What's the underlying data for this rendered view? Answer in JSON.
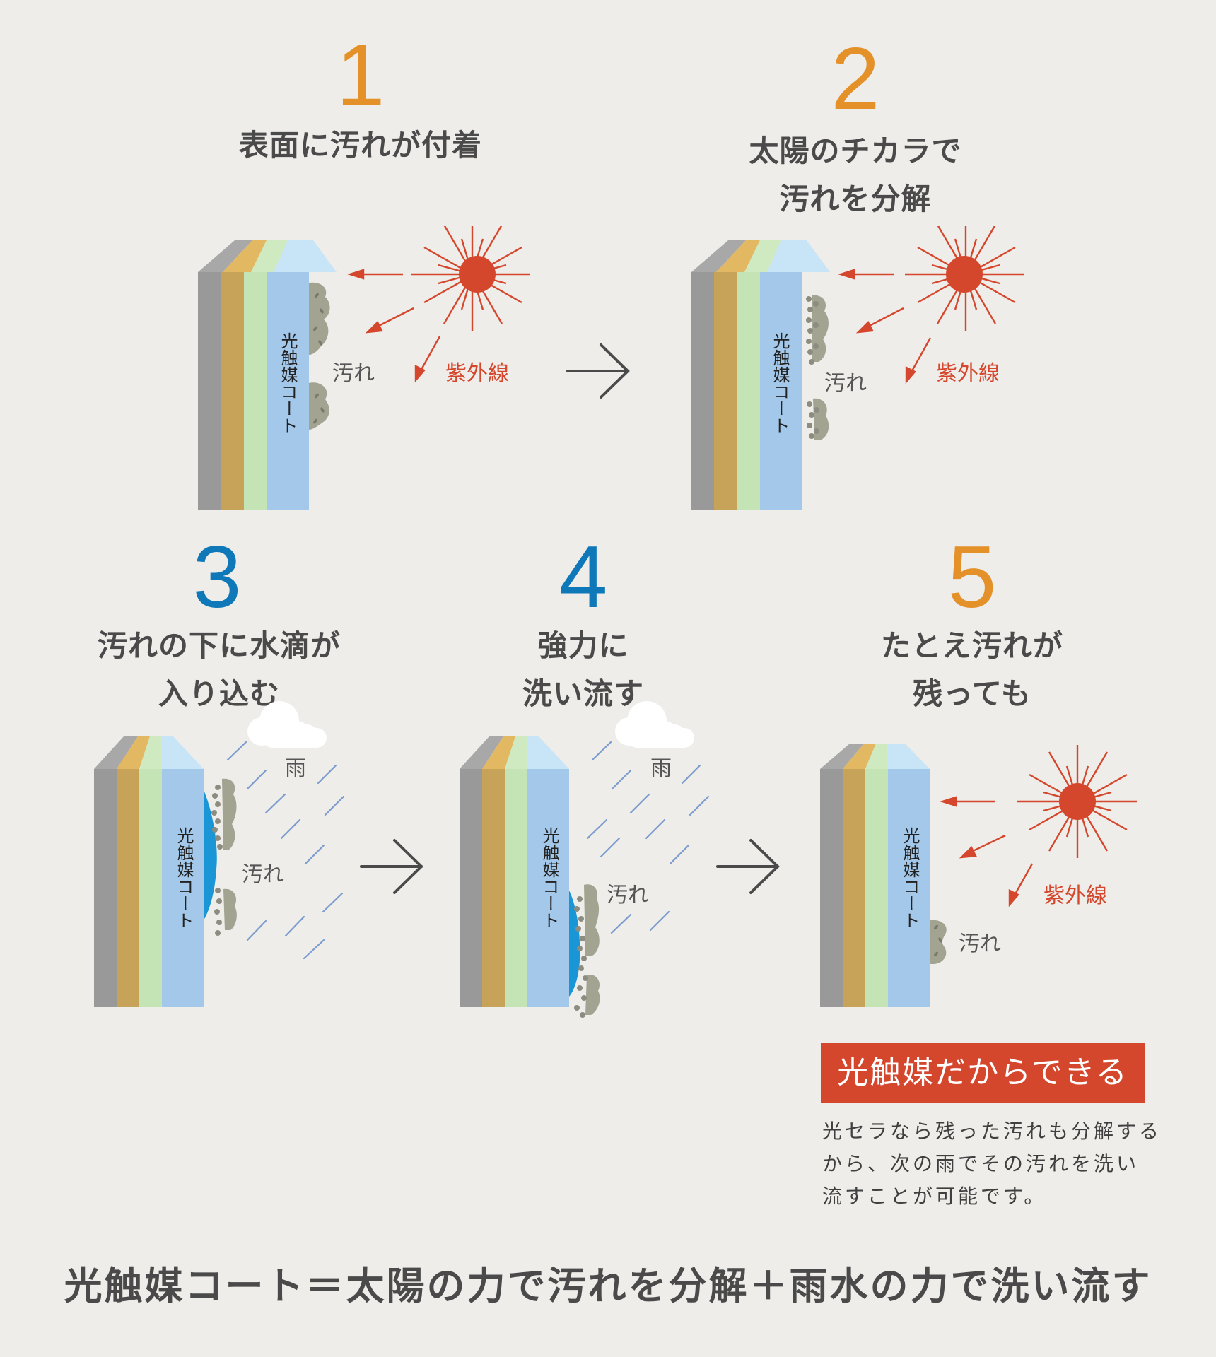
{
  "colors": {
    "background": "#eeede9",
    "accent_orange": "#e5912a",
    "accent_blue": "#0f78b8",
    "uv_red": "#d5472d",
    "text_dark": "#4a4a4a",
    "dirt": "#a3a392",
    "water": "#1a96d6",
    "rain": "#7c9cd0",
    "layer_gray": "#999999",
    "layer_gold": "#c6a358",
    "layer_green": "#c5e4b6",
    "layer_blue": "#a3c8ea"
  },
  "steps": [
    {
      "number": "1",
      "title_lines": [
        "表面に汚れが付着"
      ],
      "labels": {
        "coat": "光触媒コート",
        "dirt": "汚れ",
        "uv": "紫外線"
      },
      "icons": [
        "sun-icon",
        "uv-arrow-icon"
      ]
    },
    {
      "number": "2",
      "title_lines": [
        "太陽のチカラで",
        "汚れを分解"
      ],
      "labels": {
        "coat": "光触媒コート",
        "dirt": "汚れ",
        "uv": "紫外線"
      },
      "icons": [
        "sun-icon",
        "uv-arrow-icon"
      ]
    },
    {
      "number": "3",
      "title_lines": [
        "汚れの下に水滴が",
        "入り込む"
      ],
      "labels": {
        "coat": "光触媒コート",
        "dirt": "汚れ",
        "rain": "雨"
      },
      "icons": [
        "cloud-icon",
        "rain-icon",
        "water-film-icon"
      ]
    },
    {
      "number": "4",
      "title_lines": [
        "強力に",
        "洗い流す"
      ],
      "labels": {
        "coat": "光触媒コート",
        "dirt": "汚れ",
        "rain": "雨"
      },
      "icons": [
        "cloud-icon",
        "rain-icon",
        "water-film-icon"
      ]
    },
    {
      "number": "5",
      "title_lines": [
        "たとえ汚れが",
        "残っても"
      ],
      "labels": {
        "coat": "光触媒コート",
        "dirt": "汚れ",
        "uv": "紫外線"
      },
      "icons": [
        "sun-icon",
        "uv-arrow-icon"
      ]
    }
  ],
  "flow_arrows": [
    "step1-to-step2",
    "step3-to-step4",
    "step4-to-step5"
  ],
  "callout": {
    "badge": "光触媒だからできる",
    "description_lines": [
      "光セラなら残った汚れも分解する",
      "から、次の雨でその汚れを洗い",
      "流すことが可能です。"
    ]
  },
  "summary": "光触媒コート＝太陽の力で汚れを分解＋雨水の力で洗い流す"
}
